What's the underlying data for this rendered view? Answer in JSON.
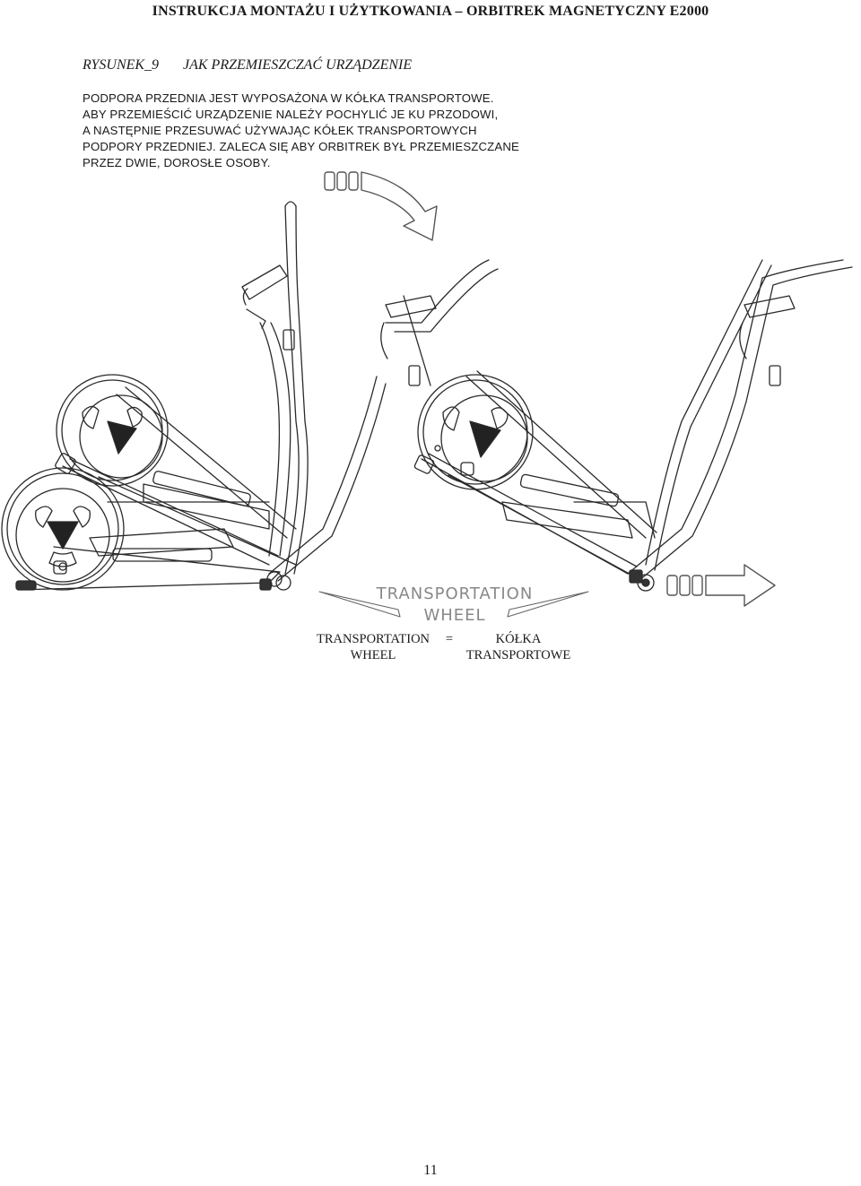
{
  "header": {
    "title": "INSTRUKCJA MONTAŻU I UŻYTKOWANIA – ORBITREK MAGNETYCZNY E2000"
  },
  "figure": {
    "number": "RYSUNEK_9",
    "title": "JAK PRZEMIESZCZAĆ URZĄDZENIE"
  },
  "instructions": {
    "lines": [
      "PODPORA PRZEDNIA JEST WYPOSAŻONA W KÓŁKA TRANSPORTOWE.",
      "ABY PRZEMIEŚCIĆ URZĄDZENIE NALEŻY POCHYLIĆ JE KU PRZODOWI,",
      "A NASTĘPNIE PRZESUWAĆ UŻYWAJĄC KÓŁEK TRANSPORTOWYCH",
      "PODPORY PRZEDNIEJ. ZALECA SIĘ ABY ORBITREK BYŁ PRZEMIESZCZANE",
      "PRZEZ DWIE, DOROSŁE OSOBY."
    ]
  },
  "callout": {
    "line1": "TRANSPORTATION",
    "line2": "WHEEL"
  },
  "legend": {
    "en_line1": "TRANSPORTATION",
    "en_line2": "WHEEL",
    "equals": "=",
    "pl_line1": "KÓŁKA",
    "pl_line2": "TRANSPORTOWE"
  },
  "icons": [
    "tilt-arrow-icon",
    "push-arrow-icon"
  ],
  "footer": {
    "page_number": "11"
  }
}
